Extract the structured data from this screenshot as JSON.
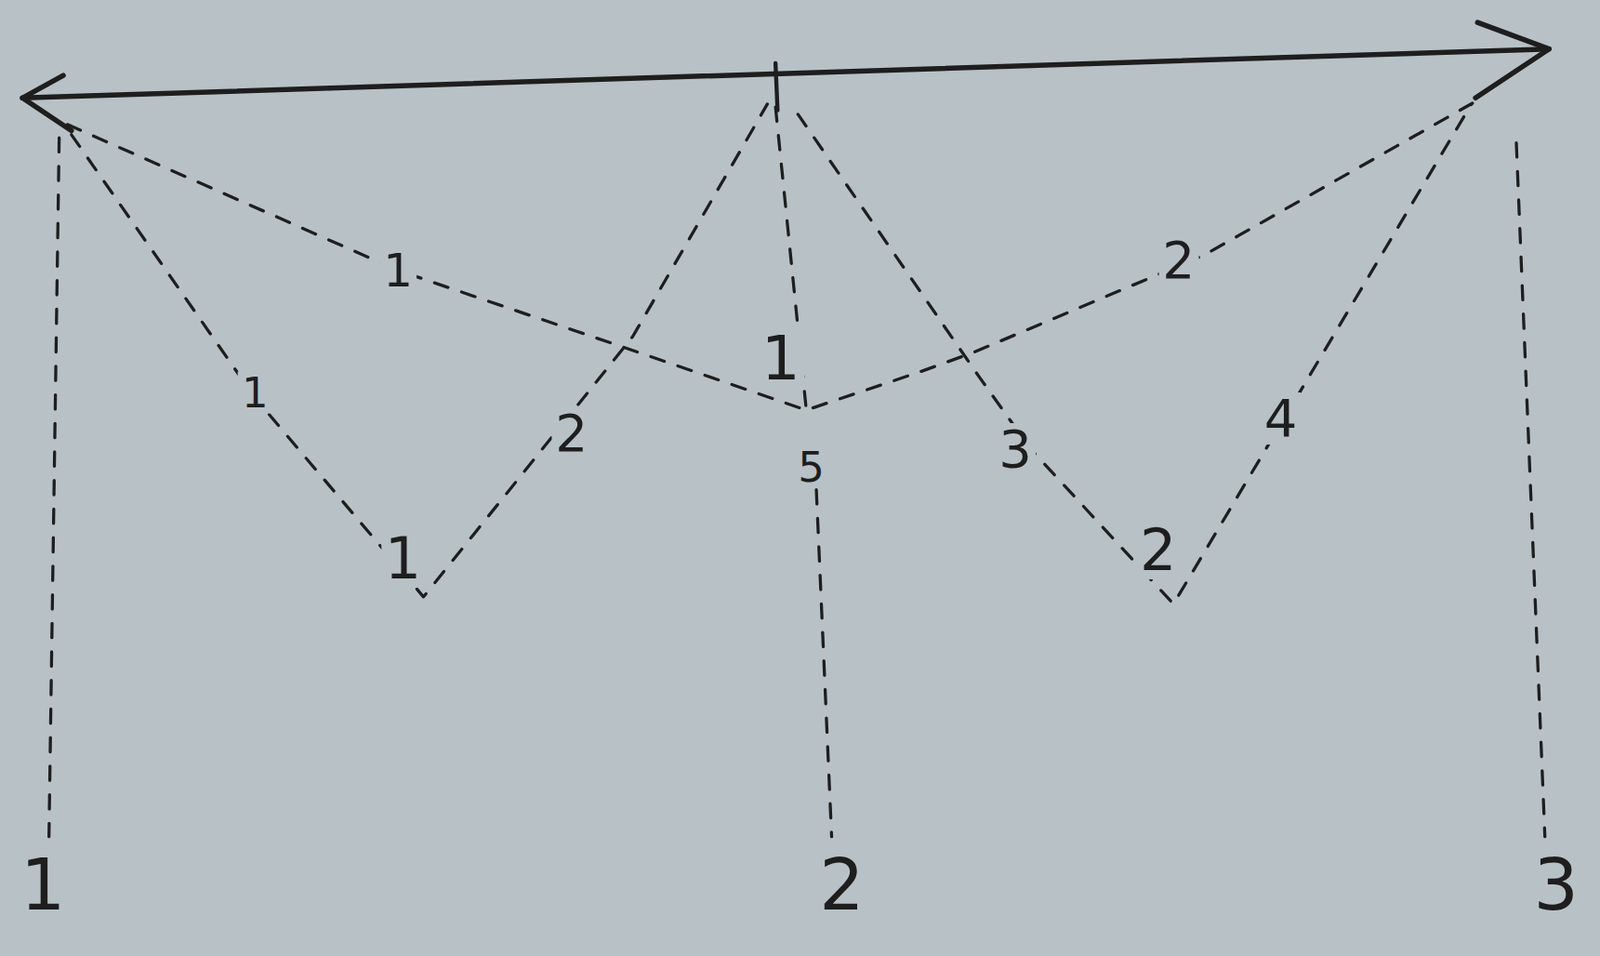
{
  "diagram": {
    "labels": [
      "1",
      "1",
      "1",
      "2",
      "2",
      "5",
      "3",
      "4",
      "1",
      "2",
      "1",
      "2",
      "3"
    ]
  }
}
